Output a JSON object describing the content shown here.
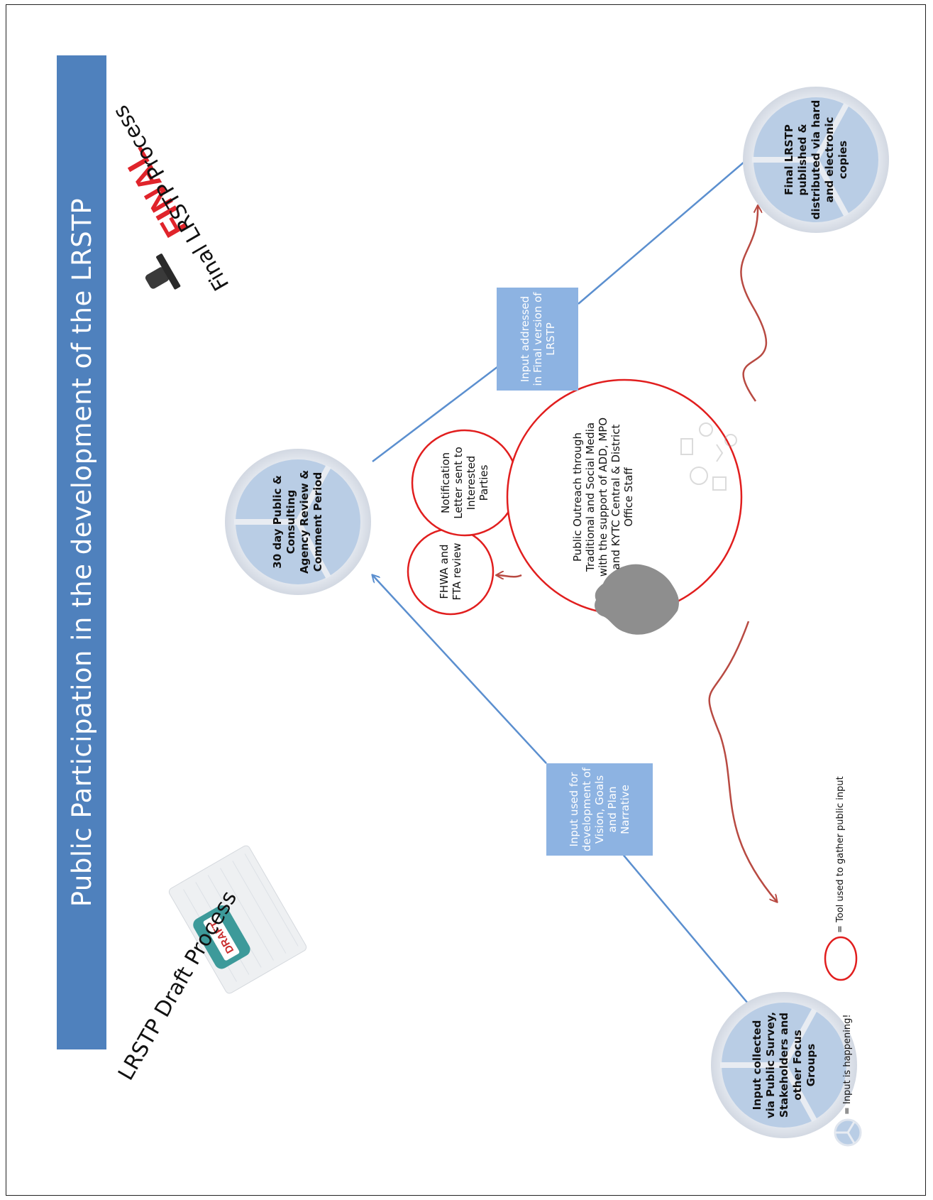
{
  "title": "Public Participation in the development of the LRSTP",
  "processes": {
    "draft_label": "LRSTP Draft Process",
    "draft_stamp_text": "DRAFT",
    "final_label": "Final LRSTP Process",
    "final_stamp_text": "FINAL"
  },
  "nodes": [
    {
      "id": "input-collected",
      "text": "Input collected via Public Survey, Stakeholders and other Focus Groups"
    },
    {
      "id": "review-period",
      "text": "30 day Public & Consulting Agency Review & Comment Period"
    },
    {
      "id": "final-published",
      "text": "Final LRSTP published & distributed via hard and electronic copies"
    }
  ],
  "boxes": [
    {
      "id": "input-used",
      "text": "Input used for development of Vision, Goals and Plan Narrative"
    },
    {
      "id": "input-addressed",
      "text": "Input addressed in Final version of LRSTP"
    }
  ],
  "tools": [
    {
      "id": "fhwa-fta",
      "text": "FHWA and FTA review"
    },
    {
      "id": "notification",
      "text": "Notification Letter sent to Interested Parties"
    },
    {
      "id": "public-outreach",
      "text": "Public Outreach through Traditional and Social Media with the support of ADD, MPO and KYTC Central & District Office Staff"
    }
  ],
  "legend": {
    "input_node": "= Input is happening!",
    "tool": "= Tool used to gather public input"
  },
  "colors": {
    "title_bar": "#4f81bd",
    "box": "#8db3e2",
    "node_fill": "#b9cde5",
    "node_ring": "#dfe5ee",
    "tool_stroke": "#e11e1e",
    "blue_arrow": "#5b8fcf",
    "red_arrow": "#b84a42",
    "final_stamp": "#e0242b"
  }
}
